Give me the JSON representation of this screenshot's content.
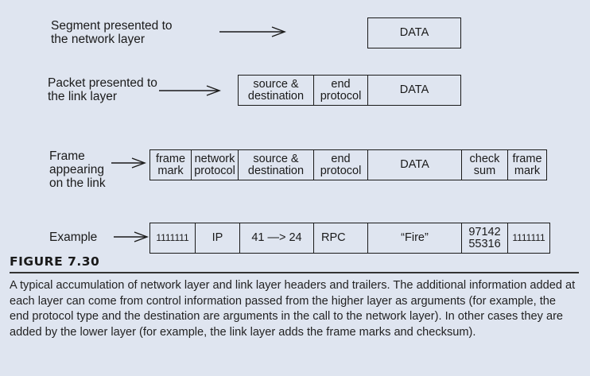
{
  "diagram": {
    "rows": [
      {
        "label": "Segment presented to\nthe network layer",
        "cells": [
          "DATA"
        ]
      },
      {
        "label": "Packet presented to\nthe link layer",
        "cells": [
          "source &\ndestination",
          "end\nprotocol",
          "DATA"
        ]
      },
      {
        "label": "Frame\nappearing\non the link",
        "cells": [
          "frame\nmark",
          "network\nprotocol",
          "source &\ndestination",
          "end\nprotocol",
          "DATA",
          "check\nsum",
          "frame\nmark"
        ]
      },
      {
        "label": "Example",
        "cells": [
          "1111111",
          "IP",
          "41 —> 24",
          "RPC",
          "“Fire”",
          "97142\n55316",
          "1111111"
        ]
      }
    ]
  },
  "figure": {
    "title": "FIGURE 7.30",
    "caption": "A typical accumulation of network layer and link layer headers and trailers. The additional information added at each layer can come from control information passed from the higher layer as arguments (for example, the end protocol type and the destination are arguments in the call to the network layer). In other cases they are added by the lower layer (for example, the link layer adds the frame marks and checksum)."
  }
}
